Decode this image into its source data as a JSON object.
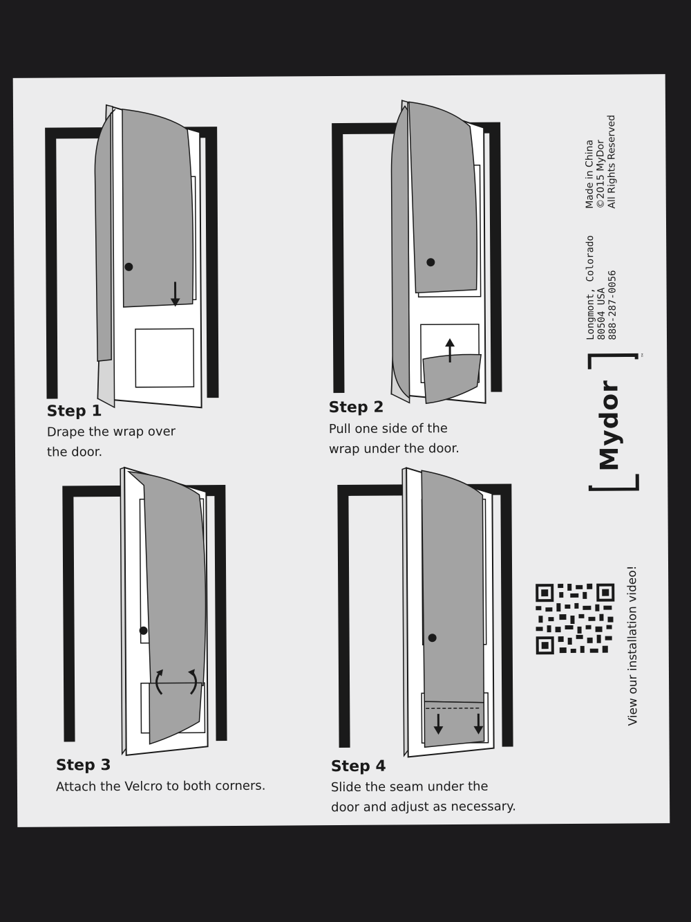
{
  "steps": [
    {
      "title": "Step 1",
      "lines": [
        "Drape the wrap over",
        "the door."
      ]
    },
    {
      "title": "Step 2",
      "lines": [
        "Pull one side of the",
        "wrap under the door."
      ]
    },
    {
      "title": "Step 3",
      "lines": [
        "Attach the Velcro to both corners."
      ]
    },
    {
      "title": "Step 4",
      "lines": [
        "Slide the seam under the",
        "door and adjust as necessary."
      ]
    }
  ],
  "brand": {
    "logo": "Mydor",
    "trademark": "™",
    "address_lines": [
      "Longmont, Colorado",
      "80504 USA",
      "888-287-0056"
    ],
    "copyright_lines": [
      "Made in China",
      "©2015 MyDor",
      "All Rights Reserved"
    ]
  },
  "qr": {
    "caption": "View our installation video!"
  },
  "colors": {
    "background": "#1c1b1d",
    "paper": "#ececed",
    "wrap": "#a3a3a3",
    "ink": "#1a1a1a"
  }
}
